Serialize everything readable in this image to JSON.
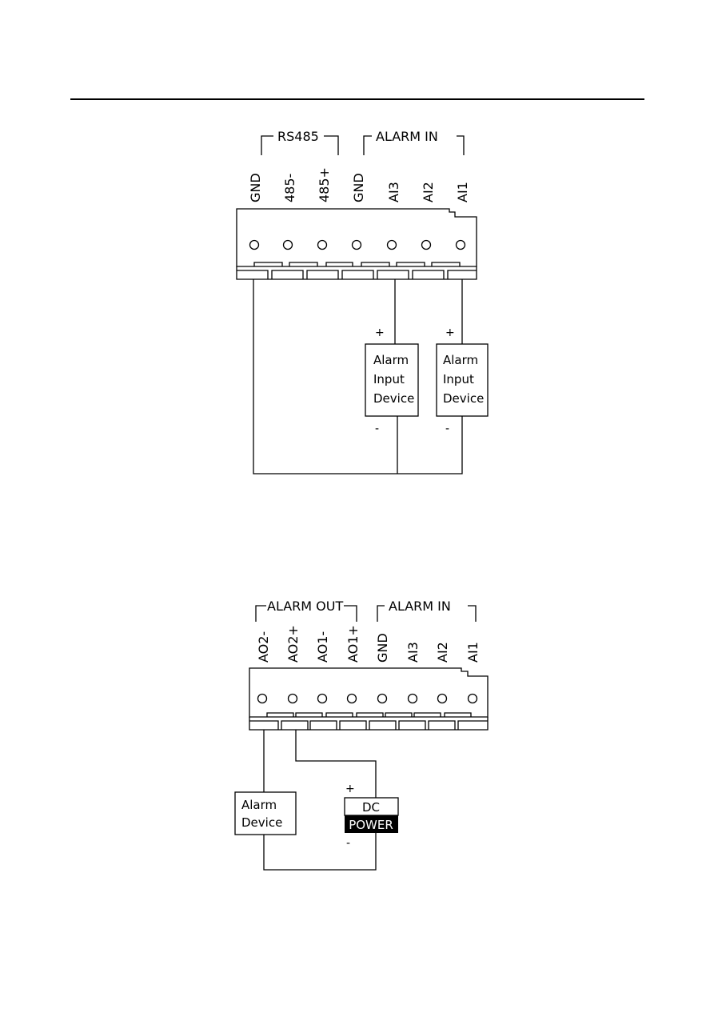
{
  "diagram1": {
    "groups": [
      {
        "label": "RS485"
      },
      {
        "label": "ALARM IN"
      }
    ],
    "pins": [
      "GND",
      "485-",
      "485+",
      "GND",
      "AI3",
      "AI2",
      "AI1"
    ],
    "devices": [
      {
        "lines": [
          "Alarm",
          "Input",
          "Device"
        ],
        "plus": "+",
        "minus": "-"
      },
      {
        "lines": [
          "Alarm",
          "Input",
          "Device"
        ],
        "plus": "+",
        "minus": "-"
      }
    ]
  },
  "diagram2": {
    "groups": [
      {
        "label": "ALARM OUT"
      },
      {
        "label": "ALARM IN"
      }
    ],
    "pins": [
      "AO2-",
      "AO2+",
      "AO1-",
      "AO1+",
      "GND",
      "AI3",
      "AI2",
      "AI1"
    ],
    "alarm_device": {
      "lines": [
        "Alarm",
        "Device"
      ]
    },
    "dc_power": {
      "top": "DC",
      "bottom": "POWER",
      "plus": "+",
      "minus": "-"
    }
  },
  "colors": {
    "line": "#000000",
    "background": "#ffffff",
    "power_fill": "#000000",
    "power_text": "#ffffff"
  }
}
